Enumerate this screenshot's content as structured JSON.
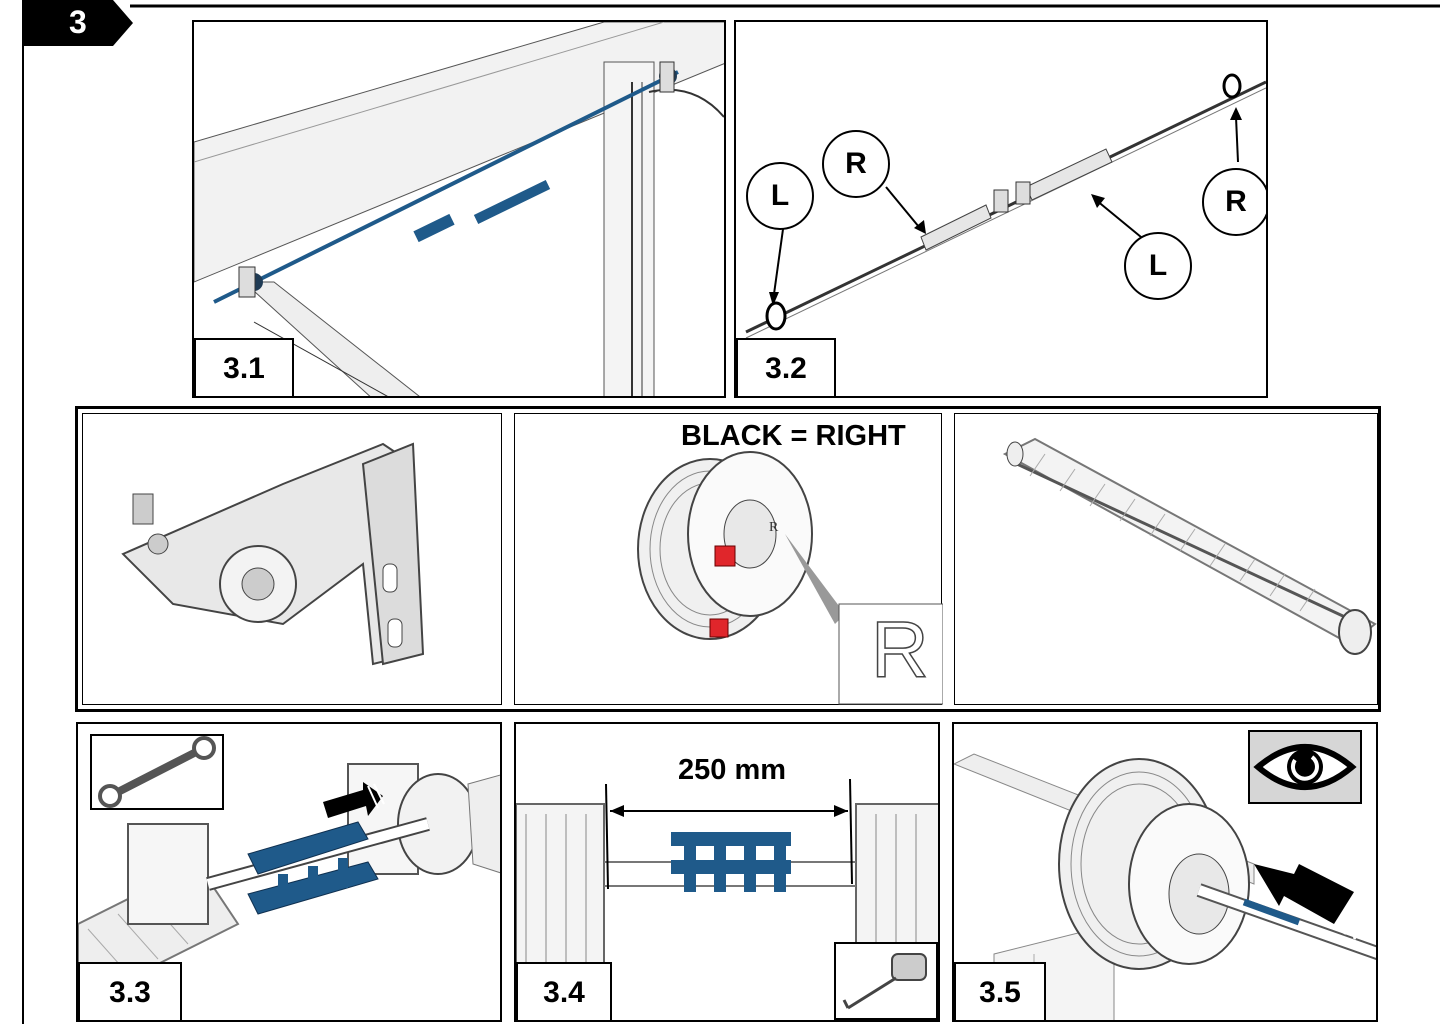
{
  "step": {
    "number": "3"
  },
  "panels": {
    "p31": {
      "label": "3.1"
    },
    "p32": {
      "label": "3.2",
      "markers": [
        "L",
        "R",
        "L",
        "R"
      ]
    },
    "middle_row": {
      "drum_note": "BLACK = RIGHT",
      "drum_mark": "R"
    },
    "p33": {
      "label": "3.3"
    },
    "p34": {
      "label": "3.4",
      "distance": "250 mm"
    },
    "p35": {
      "label": "3.5"
    }
  },
  "colors": {
    "shaft_blue": "#1f5a8a",
    "marker_red": "#e0262b",
    "line": "#000000",
    "part_grey": "#d9d9d9"
  },
  "icons": [
    "wrench-icon",
    "tape-measure-icon",
    "eye-icon"
  ]
}
